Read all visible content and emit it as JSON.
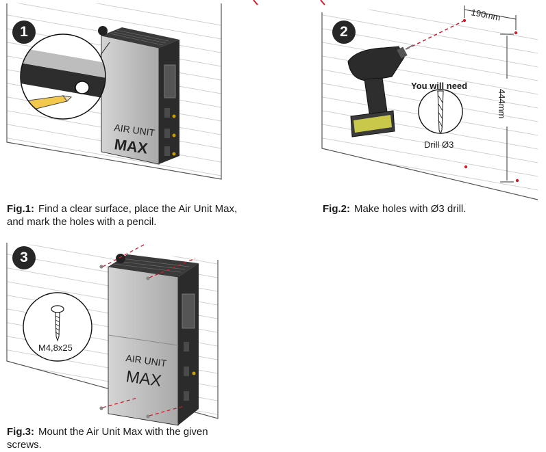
{
  "figures": [
    {
      "number": "1",
      "label": "Fig.1:",
      "text": "Find a clear surface, place the Air Unit Max, and mark the holes with a pencil.",
      "product_line1": "AIR UNIT",
      "product_line2": "MAX"
    },
    {
      "number": "2",
      "label": "Fig.2:",
      "text": "Make holes with Ø3 drill.",
      "need_title": "You will need",
      "drill_label": "Drill Ø3",
      "dim_horizontal": "190mm",
      "dim_vertical": "444mm"
    },
    {
      "number": "3",
      "label": "Fig.3:",
      "text": "Mount the Air Unit Max with the given screws.",
      "screw_label": "M4,8x25",
      "product_line1": "AIR UNIT",
      "product_line2": "MAX"
    }
  ],
  "colors": {
    "accent_red": "#d11a2a",
    "badge": "#262626",
    "wall_lines": "#c8c8c8",
    "unit_body": "#b9b9b9",
    "unit_dark": "#2a2a2a"
  }
}
